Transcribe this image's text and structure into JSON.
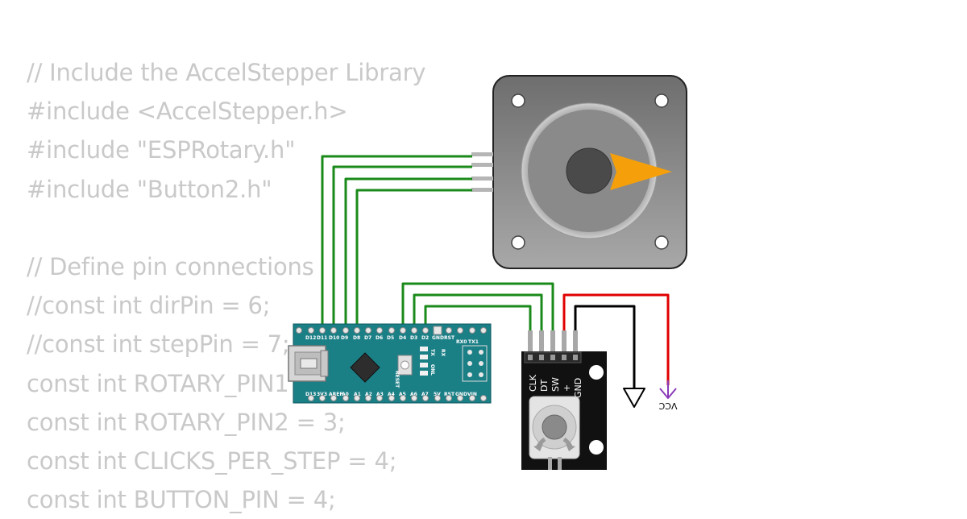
{
  "code_lines": [
    "// Include the AccelStepper Library",
    "#include <AccelStepper.h>",
    "#include \"ESPRotary.h\"",
    "#include \"Button2.h\"",
    "",
    "// Define pin connections",
    "//const int dirPin = 6;",
    "//const int stepPin = 7;",
    "const int ROTARY_PIN1 = 2;",
    "const int ROTARY_PIN2 = 3;",
    "const int CLICKS_PER_STEP = 4;",
    "const int BUTTON_PIN = 4;"
  ],
  "nano": {
    "top_pins": [
      "D12",
      "D11",
      "D10",
      "D9",
      "D8",
      "D7",
      "D6",
      "D5",
      "D4",
      "D3",
      "D2",
      "GND",
      "RST"
    ],
    "top_right": [
      "RX0",
      "TX1"
    ],
    "bottom_pins": [
      "D13",
      "3V3",
      "AREF",
      "A0",
      "A1",
      "A2",
      "A3",
      "A4",
      "A5",
      "A6",
      "A7",
      "5V",
      "RST",
      "GND",
      "VIN"
    ],
    "reset_label": "RESET",
    "led_labels": [
      "TX",
      "RX",
      "ON",
      "L"
    ]
  },
  "encoder": {
    "pin_labels": [
      "CLK",
      "DT",
      "SW",
      "+",
      "GND"
    ]
  },
  "power": {
    "vcc_label": "VCC"
  },
  "colors": {
    "code_text": "#c9c9c9",
    "signal_wire": "#1a8a1a",
    "power_wire": "#e00000",
    "ground_wire": "#000000",
    "vcc_symbol": "#8a3ab9",
    "nano_board": "#1b7f86",
    "motor_body": "#8a8a8a",
    "motor_pointer": "#f5a00a"
  }
}
